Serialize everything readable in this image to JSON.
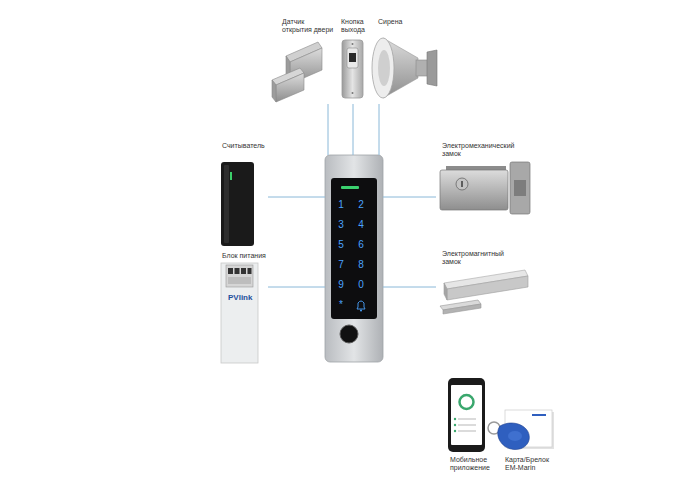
{
  "diagram": {
    "nodes": [
      {
        "text": [
          "Датчик открытия двери"
        ]
      },
      {
        "text": [
          "Кнопка выхода"
        ]
      },
      {
        "text": [
          "Сирена"
        ]
      },
      {
        "text": [
          "Считыватель"
        ]
      },
      {
        "text": [
          "1",
          "2",
          "3",
          "4",
          "5",
          "6",
          "7",
          "8",
          "9",
          "0",
          "*"
        ]
      },
      {
        "text": [
          "Электромеханический замок"
        ]
      },
      {
        "text": [
          "Блок питания"
        ]
      },
      {
        "text": [
          "Электромагнитный замок"
        ]
      },
      {
        "text": [
          "Мобильное приложение"
        ]
      },
      {
        "text": [
          "Карта/Брелок EM-Marin"
        ]
      }
    ],
    "edges": [
      {
        "from": 4,
        "to": 0,
        "arrow": "none"
      },
      {
        "from": 4,
        "to": 1,
        "arrow": "none"
      },
      {
        "from": 4,
        "to": 2,
        "arrow": "none"
      },
      {
        "from": 4,
        "to": 3,
        "arrow": "none"
      },
      {
        "from": 4,
        "to": 5,
        "arrow": "none"
      },
      {
        "from": 4,
        "to": 6,
        "arrow": "none"
      },
      {
        "from": 4,
        "to": 7,
        "arrow": "none"
      }
    ],
    "labels": [
      "PVlink"
    ]
  }
}
